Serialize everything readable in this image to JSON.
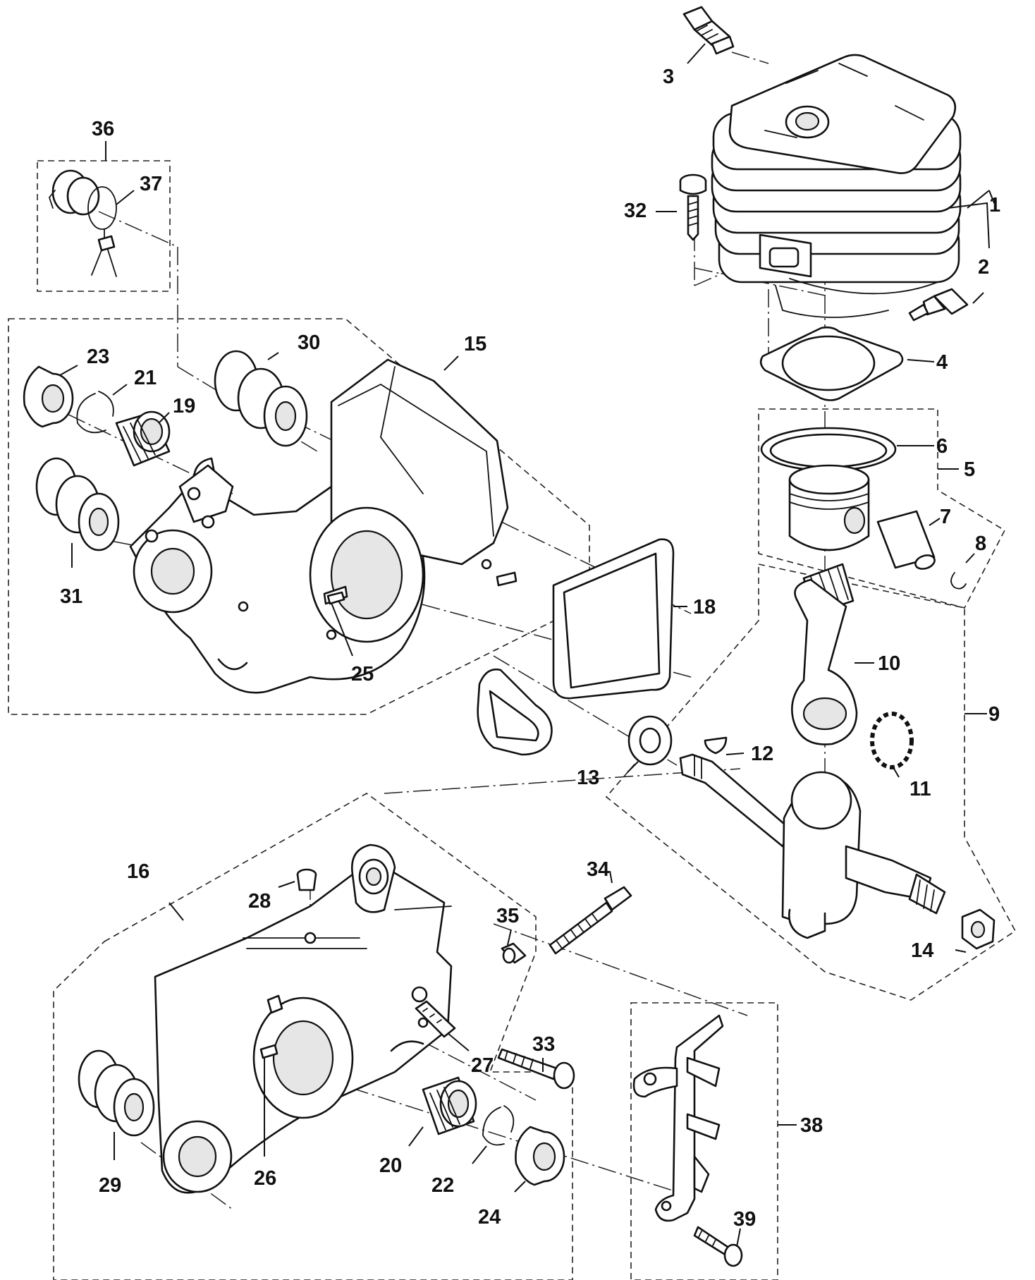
{
  "callouts": [
    "1",
    "2",
    "3",
    "4",
    "5",
    "6",
    "7",
    "8",
    "9",
    "10",
    "11",
    "12",
    "13",
    "14",
    "15",
    "16",
    "18",
    "19",
    "20",
    "21",
    "22",
    "23",
    "24",
    "25",
    "26",
    "27",
    "28",
    "29",
    "30",
    "31",
    "32",
    "33",
    "34",
    "35",
    "36",
    "37",
    "38",
    "39"
  ],
  "colors": {
    "line": "#111111",
    "background": "#ffffff"
  }
}
